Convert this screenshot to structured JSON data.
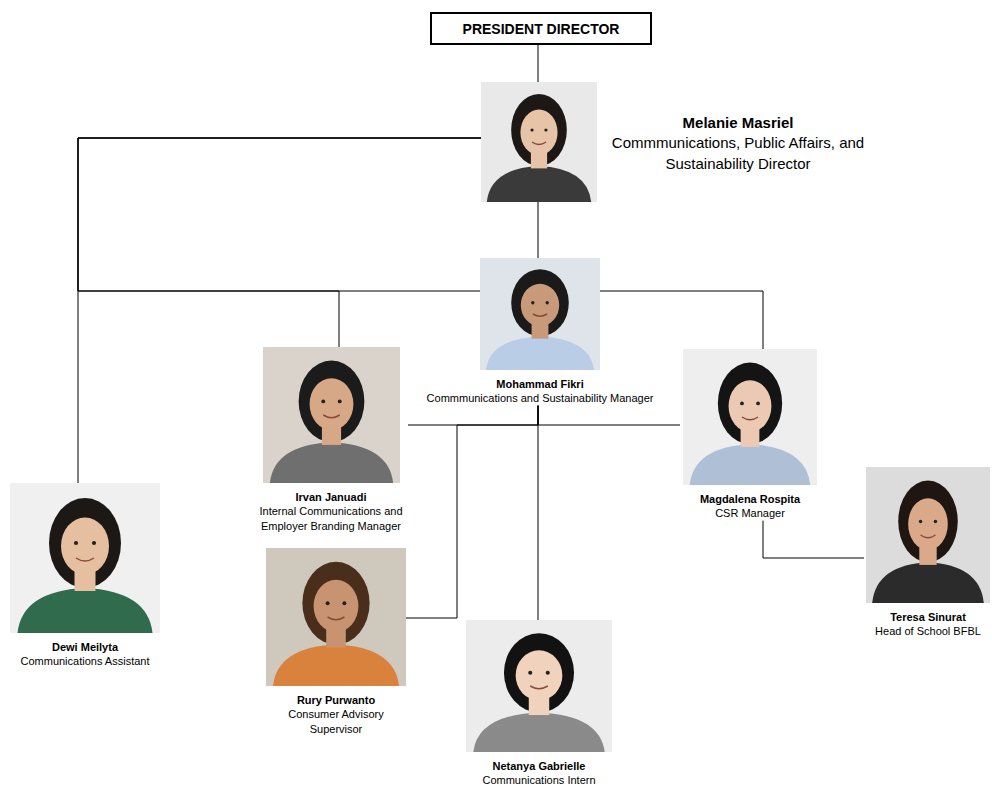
{
  "diagram": {
    "nodes": [
      {
        "text": [
          "PRESIDENT DIRECTOR"
        ]
      },
      {
        "text": [
          "Melanie Masriel",
          "Commmunications, Public Affairs, and Sustainability Director"
        ]
      },
      {
        "text": [
          "Mohammad Fikri",
          "Commmunications and Sustainability Manager"
        ]
      },
      {
        "text": [
          "Irvan Januadi",
          "Internal Communications and Employer Branding Manager"
        ]
      },
      {
        "text": [
          "Magdalena Rospita",
          "CSR Manager"
        ]
      },
      {
        "text": [
          "Teresa Sinurat",
          "Head of School BFBL"
        ]
      },
      {
        "text": [
          "Dewi Meilyta",
          "Communications Assistant"
        ]
      },
      {
        "text": [
          "Rury Purwanto",
          "Consumer Advisory Supervisor"
        ]
      },
      {
        "text": [
          "Netanya Gabrielle",
          "Communications Intern"
        ]
      }
    ],
    "edges": [
      {
        "from": 0,
        "to": 1,
        "arrow": "none"
      },
      {
        "from": 1,
        "to": 6,
        "arrow": "none"
      },
      {
        "from": 1,
        "to": 3,
        "arrow": "none"
      },
      {
        "from": 1,
        "to": 2,
        "arrow": "none"
      },
      {
        "from": 1,
        "to": 4,
        "arrow": "none"
      },
      {
        "from": 2,
        "to": 3,
        "arrow": "none"
      },
      {
        "from": 2,
        "to": 4,
        "arrow": "none"
      },
      {
        "from": 2,
        "to": 7,
        "arrow": "none"
      },
      {
        "from": 2,
        "to": 8,
        "arrow": "none"
      },
      {
        "from": 4,
        "to": 5,
        "arrow": "none"
      }
    ]
  }
}
